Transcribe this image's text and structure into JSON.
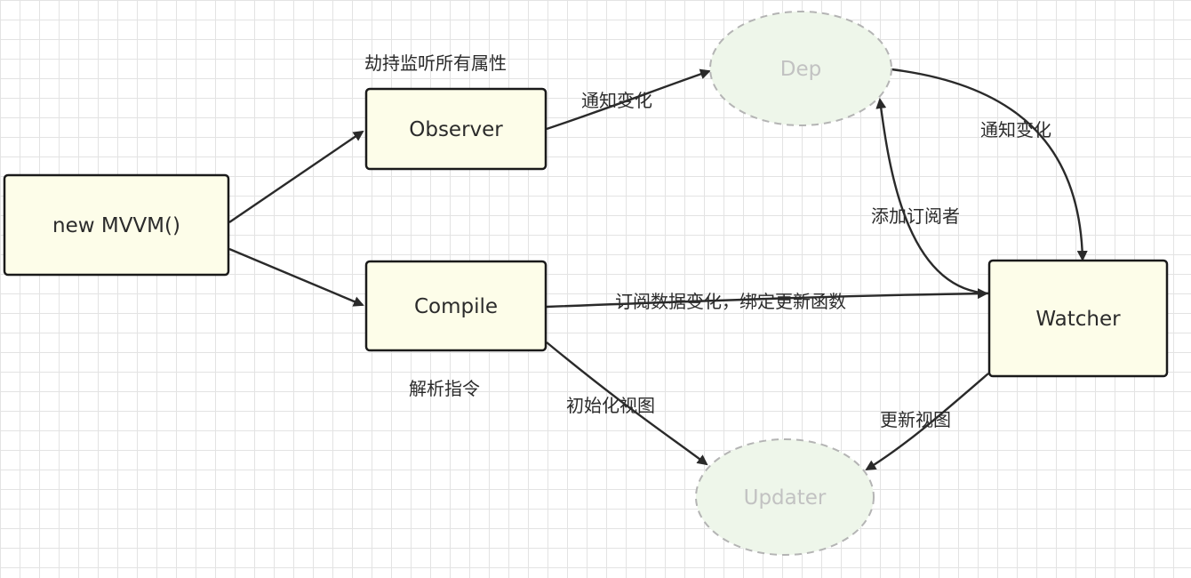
{
  "diagram": {
    "nodes": {
      "mvvm": {
        "label": "new MVVM()",
        "shape": "box"
      },
      "observer": {
        "label": "Observer",
        "shape": "box"
      },
      "compile": {
        "label": "Compile",
        "shape": "box"
      },
      "watcher": {
        "label": "Watcher",
        "shape": "box"
      },
      "dep": {
        "label": "Dep",
        "shape": "dashed-ellipse"
      },
      "updater": {
        "label": "Updater",
        "shape": "dashed-ellipse"
      }
    },
    "captions": {
      "observer": "劫持监听所有属性",
      "compile": "解析指令"
    },
    "edges": {
      "mvvm_observer": {
        "from": "mvvm",
        "to": "observer",
        "label": ""
      },
      "mvvm_compile": {
        "from": "mvvm",
        "to": "compile",
        "label": ""
      },
      "observer_dep": {
        "from": "observer",
        "to": "dep",
        "label": "通知变化"
      },
      "dep_watcher": {
        "from": "dep",
        "to": "watcher",
        "label": "通知变化"
      },
      "watcher_dep": {
        "from": "watcher",
        "to": "dep",
        "label": "添加订阅者"
      },
      "compile_watcher": {
        "from": "compile",
        "to": "watcher",
        "label": "订阅数据变化，绑定更新函数"
      },
      "compile_updater": {
        "from": "compile",
        "to": "updater",
        "label": "初始化视图"
      },
      "watcher_updater": {
        "from": "watcher",
        "to": "updater",
        "label": "更新视图"
      }
    },
    "colors": {
      "box_fill": "#fdfde9",
      "ellipse_fill": "#eef6ea",
      "line": "#2a2a2a",
      "faded_text": "#c2c2c2"
    }
  }
}
